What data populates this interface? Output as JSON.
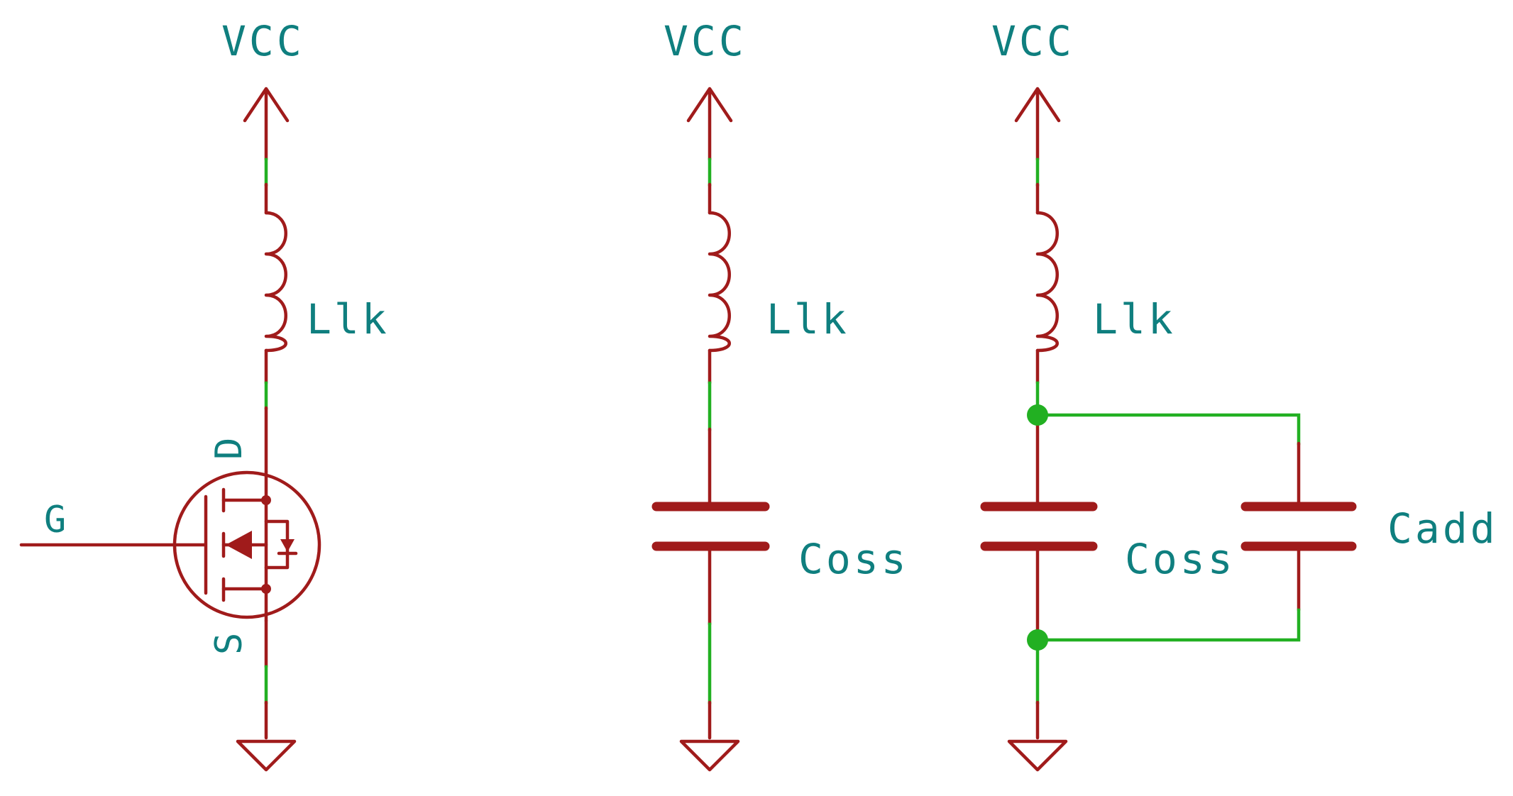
{
  "circuits": [
    {
      "id": "mosfet",
      "vcc_label": "VCC",
      "inductor_label": "Llk",
      "pins": {
        "drain": "D",
        "gate": "G",
        "source": "S"
      }
    },
    {
      "id": "coss",
      "vcc_label": "VCC",
      "inductor_label": "Llk",
      "cap_label": "Coss"
    },
    {
      "id": "coss-cadd",
      "vcc_label": "VCC",
      "inductor_label": "Llk",
      "cap_label": "Coss",
      "cap2_label": "Cadd"
    }
  ],
  "colors": {
    "component": "#a01b1b",
    "wire": "#22b022",
    "label": "#0f7f7f",
    "background": "#ffffff"
  }
}
